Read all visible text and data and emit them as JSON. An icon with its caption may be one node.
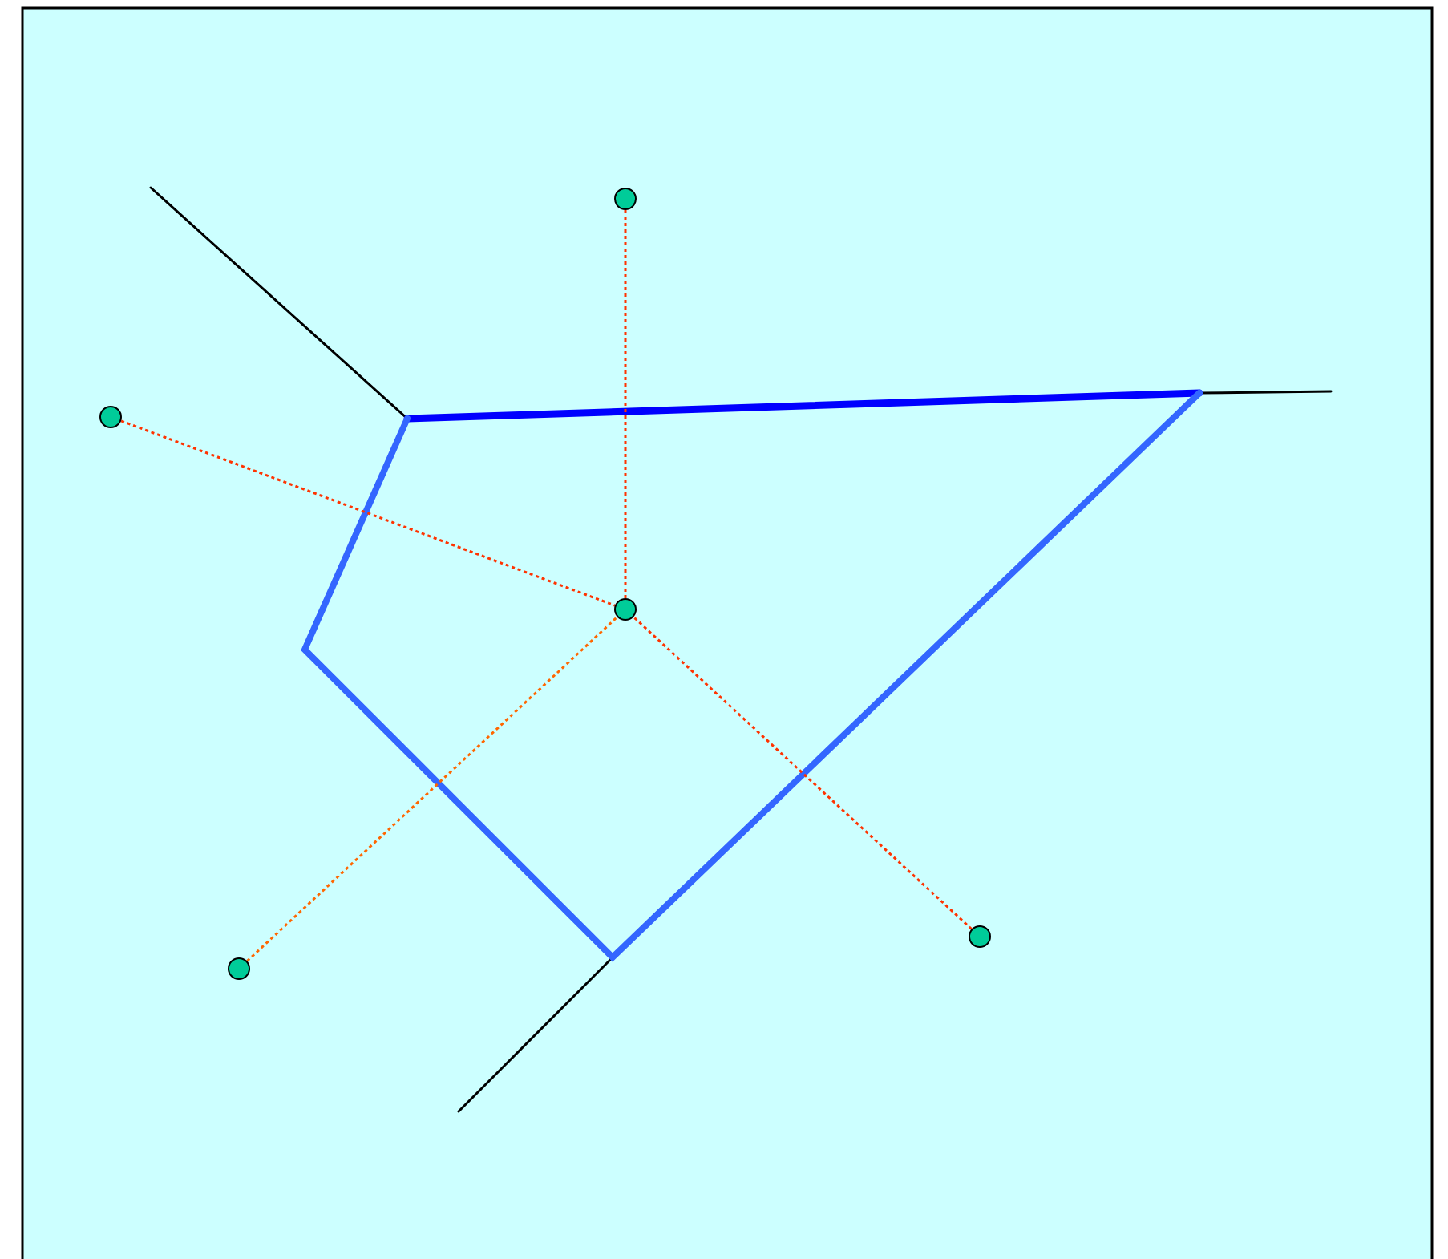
{
  "diagram": {
    "nodes": [
      {
        "text": [],
        "shape": "circle"
      },
      {
        "text": [],
        "shape": "circle"
      },
      {
        "text": [],
        "shape": "circle"
      },
      {
        "text": [],
        "shape": "circle"
      },
      {
        "text": [],
        "shape": "circle"
      }
    ],
    "edges": [
      {
        "from": 1,
        "to": 0,
        "arrow": "none",
        "style": "dashed"
      },
      {
        "from": 2,
        "to": 0,
        "arrow": "none",
        "style": "dashed"
      },
      {
        "from": 3,
        "to": 0,
        "arrow": "none",
        "style": "dashed",
        "color": "#ff6600"
      },
      {
        "from": 4,
        "to": 0,
        "arrow": "none",
        "style": "dashed"
      }
    ]
  }
}
